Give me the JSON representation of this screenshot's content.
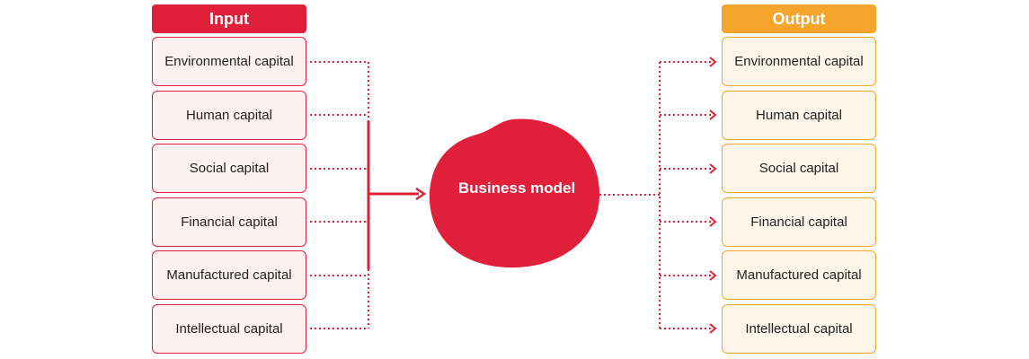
{
  "input": {
    "header": "Input",
    "items": [
      "Environmental capital",
      "Human capital",
      "Social capital",
      "Financial capital",
      "Manufactured capital",
      "Intellectual capital"
    ]
  },
  "center": {
    "label": "Business model"
  },
  "output": {
    "header": "Output",
    "items": [
      "Environmental capital",
      "Human capital",
      "Social capital",
      "Financial capital",
      "Manufactured capital",
      "Intellectual capital"
    ]
  },
  "colors": {
    "input_accent": "#e0203a",
    "output_accent": "#f5a42c",
    "input_fill": "#fdf0f1",
    "output_fill": "#fdf5ea"
  }
}
